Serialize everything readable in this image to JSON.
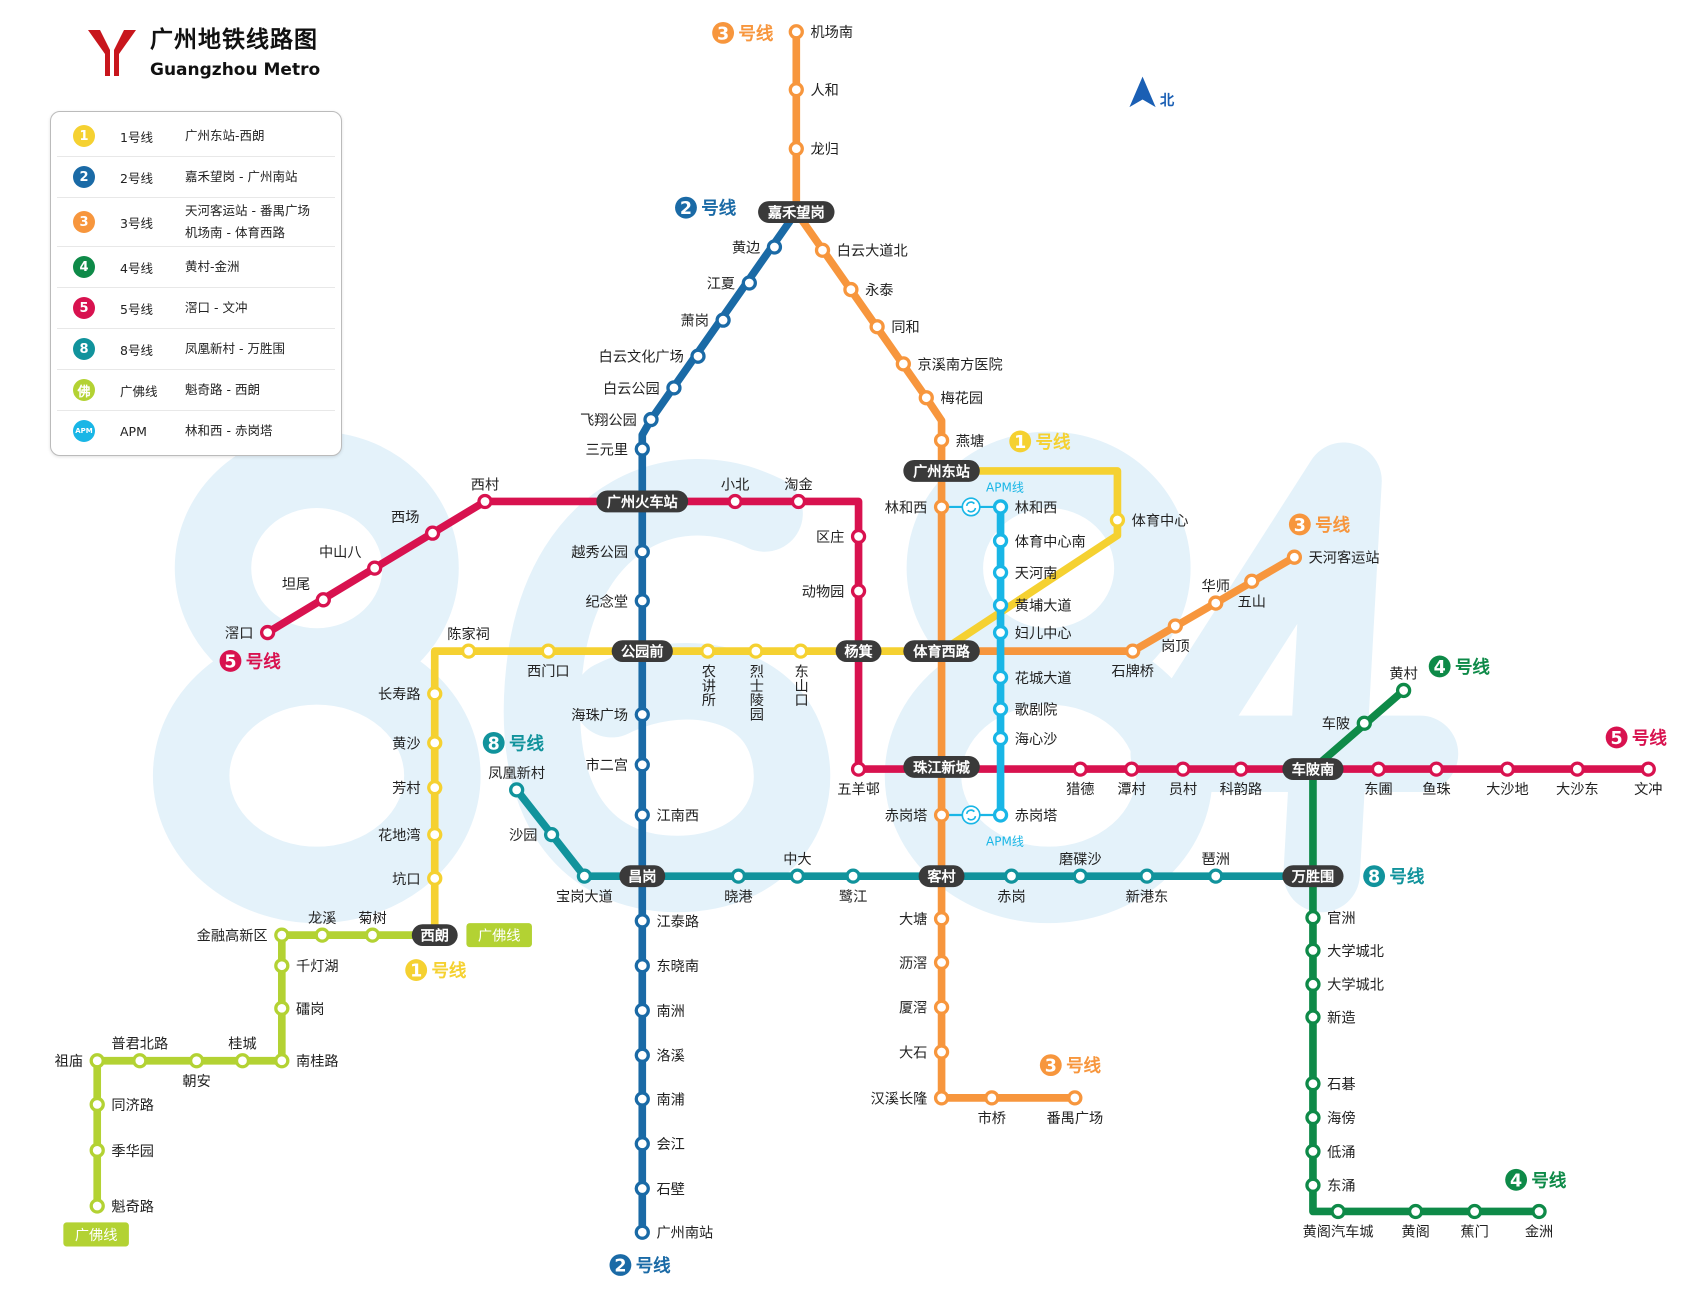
{
  "header": {
    "title_cn": "广州地铁线路图",
    "title_en": "Guangzhou Metro"
  },
  "watermark": "8684",
  "north_label": "北",
  "line_suffix": "号线",
  "apm_line_label": "APM线",
  "guangfo_tag": "广佛线",
  "colors": {
    "l1": "#f5d131",
    "l2": "#1a6aa6",
    "l3": "#f7963d",
    "l4": "#0e8a48",
    "l5": "#d8124f",
    "l8": "#11939c",
    "gf": "#b3d233",
    "apm": "#19b6e6",
    "interchange": "#3a3a3a",
    "watermark": "#e4f2fa"
  },
  "legend": [
    {
      "badge": "1",
      "name": "1号线",
      "range": [
        "广州东站-西朗"
      ],
      "color": "#f5d131"
    },
    {
      "badge": "2",
      "name": "2号线",
      "range": [
        "嘉禾望岗 - 广州南站"
      ],
      "color": "#1a6aa6"
    },
    {
      "badge": "3",
      "name": "3号线",
      "range": [
        "天河客运站 - 番禺广场",
        "机场南 - 体育西路"
      ],
      "color": "#f7963d"
    },
    {
      "badge": "4",
      "name": "4号线",
      "range": [
        "黄村-金洲"
      ],
      "color": "#0e8a48"
    },
    {
      "badge": "5",
      "name": "5号线",
      "range": [
        "滘口 - 文冲"
      ],
      "color": "#d8124f"
    },
    {
      "badge": "8",
      "name": "8号线",
      "range": [
        "凤凰新村 - 万胜围"
      ],
      "color": "#11939c"
    },
    {
      "badge": "佛",
      "name": "广佛线",
      "range": [
        "魁奇路 - 西朗"
      ],
      "color": "#b3d233"
    },
    {
      "badge": "APM",
      "name": "APM",
      "range": [
        "林和西 - 赤岗塔"
      ],
      "color": "#19b6e6"
    }
  ],
  "interchanges": [
    "嘉禾望岗",
    "广州火车站",
    "广州东站",
    "公园前",
    "杨箕",
    "体育西路",
    "珠江新城",
    "车陂南",
    "昌岗",
    "客村",
    "万胜围",
    "西朗"
  ],
  "lines": {
    "l1": {
      "number": "1",
      "stations": [
        "坑口",
        "花地湾",
        "芳村",
        "黄沙",
        "长寿路",
        "陈家祠",
        "西门口",
        "农讲所",
        "烈士陵园",
        "东山口",
        "体育中心"
      ]
    },
    "l2": {
      "number": "2",
      "stations": [
        "黄边",
        "江夏",
        "萧岗",
        "白云文化广场",
        "白云公园",
        "飞翔公园",
        "三元里",
        "越秀公园",
        "纪念堂",
        "海珠广场",
        "市二宫",
        "江南西",
        "江泰路",
        "东晓南",
        "南洲",
        "洛溪",
        "南浦",
        "会江",
        "石壁",
        "广州南站"
      ]
    },
    "l3": {
      "number": "3",
      "stations": [
        "机场南",
        "人和",
        "龙归",
        "白云大道北",
        "永泰",
        "同和",
        "京溪南方医院",
        "梅花园",
        "燕塘",
        "林和西",
        "赤岗塔",
        "大塘",
        "沥滘",
        "厦滘",
        "大石",
        "汉溪长隆",
        "市桥",
        "番禺广场",
        "石牌桥",
        "岗顶",
        "华师",
        "五山",
        "天河客运站"
      ]
    },
    "l4": {
      "number": "4",
      "stations": [
        "黄村",
        "车陂",
        "官洲",
        "大学城北",
        "大学城北",
        "新造",
        "石碁",
        "海傍",
        "低涌",
        "东涌",
        "黄阁汽车城",
        "黄阁",
        "蕉门",
        "金洲"
      ]
    },
    "l5": {
      "number": "5",
      "stations": [
        "滘口",
        "坦尾",
        "中山八",
        "西场",
        "西村",
        "小北",
        "淘金",
        "区庄",
        "动物园",
        "五羊邨",
        "猎德",
        "潭村",
        "员村",
        "科韵路",
        "东圃",
        "鱼珠",
        "大沙地",
        "大沙东",
        "文冲"
      ]
    },
    "l8": {
      "number": "8",
      "stations": [
        "凤凰新村",
        "沙园",
        "宝岗大道",
        "晓港",
        "中大",
        "鹭江",
        "赤岗",
        "磨碟沙",
        "新港东",
        "琶洲"
      ]
    },
    "gf": {
      "number": "佛",
      "stations": [
        "菊树",
        "龙溪",
        "金融高新区",
        "千灯湖",
        "礌岗",
        "南桂路",
        "桂城",
        "朝安",
        "普君北路",
        "祖庙",
        "同济路",
        "季华园",
        "魁奇路"
      ]
    },
    "apm": {
      "number": "APM",
      "stations": [
        "林和西",
        "体育中心南",
        "天河南",
        "黄埔大道",
        "妇儿中心",
        "花城大道",
        "歌剧院",
        "海心沙",
        "赤岗塔"
      ]
    }
  }
}
